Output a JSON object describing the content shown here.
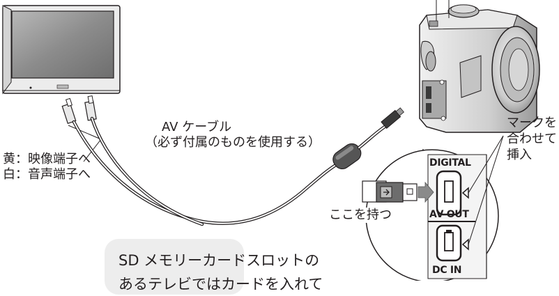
{
  "labels": {
    "av_cable_line1": "AV ケーブル",
    "av_cable_line2": "（必ず付属のものを使用する）",
    "yellow_terminal": "黄：映像端子へ",
    "white_terminal": "白：音声端子へ",
    "align_mark_line1": "マークを",
    "align_mark_line2": "合わせて",
    "align_mark_line3": "挿入",
    "hold_here": "ここを持つ",
    "port_digital": "DIGITAL",
    "port_av_out": "AV OUT",
    "port_dc_in": "DC IN"
  },
  "note": {
    "line1": "SD メモリーカードスロットの",
    "line2": "あるテレビではカードを入れて"
  },
  "colors": {
    "outline": "#231f20",
    "tv_frame": "#e6e6e6",
    "tv_screen": "#8a8a8a",
    "camera_body": "#d9d9d9",
    "note_bg": "#ededed",
    "arrow": "#7a7a7a"
  }
}
